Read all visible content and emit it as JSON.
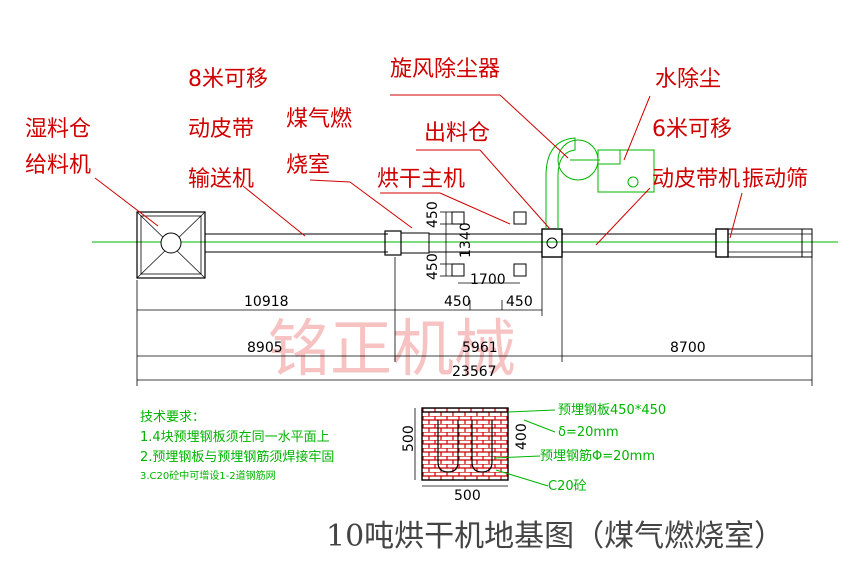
{
  "labels": {
    "wet_bin": [
      "湿料仓",
      "给料机"
    ],
    "conveyor_8m": [
      "8米可移",
      "动皮带",
      "输送机"
    ],
    "gas_chamber": [
      "煤气燃",
      "烧室"
    ],
    "cyclone": "旋风除尘器",
    "outlet_bin": "出料仓",
    "dryer_main": "烘干主机",
    "water_dust": "水除尘",
    "conveyor_6m": [
      "6米可移",
      "动皮带机"
    ],
    "vibrating_screen": "振动筛"
  },
  "dimensions": {
    "d450_top": "450",
    "d1340": "1340",
    "d450_bottom": "450",
    "d1700": "1700",
    "d10918": "10918",
    "d450_a": "450",
    "d450_b": "450",
    "d8905": "8905",
    "d5961": "5961",
    "d8700": "8700",
    "d23567": "23567",
    "d500_v": "500",
    "d400_v": "400",
    "d500_h": "500"
  },
  "notes": {
    "title": "技术要求：",
    "line1": "1.4块预埋钢板须在同一水平面上",
    "line2": "2.预埋钢板与预埋钢筋须焊接牢固",
    "line3": "3.C20砼中可增设1-2道钢筋网"
  },
  "detail": {
    "plate": "预埋钢板450*450",
    "delta": "δ=20mm",
    "rebar": "预埋钢筋Φ=20mm",
    "concrete": "C20砼"
  },
  "watermark": "铭正机械",
  "drawing_title": "10吨烘干机地基图（煤气燃烧室）"
}
